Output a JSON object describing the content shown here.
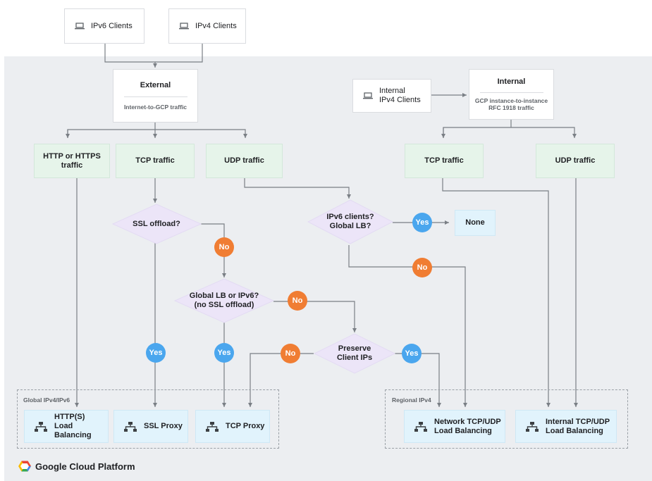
{
  "clients": {
    "ipv6": "IPv6 Clients",
    "ipv4": "IPv4 Clients",
    "internal_ipv4": [
      "Internal",
      "IPv4 Clients"
    ]
  },
  "external": {
    "title": "External",
    "subtitle": "Internet-to-GCP traffic"
  },
  "internal": {
    "title": "Internal",
    "subtitle": [
      "GCP instance-to-instance",
      "RFC 1918 traffic"
    ]
  },
  "traffic": {
    "http_https": [
      "HTTP or HTTPS",
      "traffic"
    ],
    "tcp_ext": "TCP traffic",
    "udp_ext": "UDP traffic",
    "tcp_int": "TCP traffic",
    "udp_int": "UDP traffic"
  },
  "decisions": {
    "ssl_offload": "SSL offload?",
    "global_lb_ipv6": [
      "Global LB or IPv6?",
      "(no SSL offload)"
    ],
    "ipv6_global": [
      "IPv6 clients?",
      "Global LB?"
    ],
    "preserve_ips": [
      "Preserve",
      "Client IPs"
    ]
  },
  "answers": {
    "yes": "Yes",
    "no": "No"
  },
  "none_box": "None",
  "groups": {
    "global": "Global IPv4/IPv6",
    "regional": "Regional IPv4"
  },
  "load_balancers": {
    "https": [
      "HTTP(S)",
      "Load Balancing"
    ],
    "ssl_proxy": "SSL Proxy",
    "tcp_proxy": "TCP Proxy",
    "network": [
      "Network TCP/UDP",
      "Load Balancing"
    ],
    "internal": [
      "Internal TCP/UDP",
      "Load Balancing"
    ]
  },
  "footer": "Google Cloud Platform",
  "colors": {
    "panel": "#eceef1",
    "green_box": "#e6f4ea",
    "blue_box": "#e1f3fc",
    "diamond": "#ece5f8",
    "no_badge": "#f07d33",
    "yes_badge": "#4aa6ee",
    "line": "#7a7f85"
  }
}
